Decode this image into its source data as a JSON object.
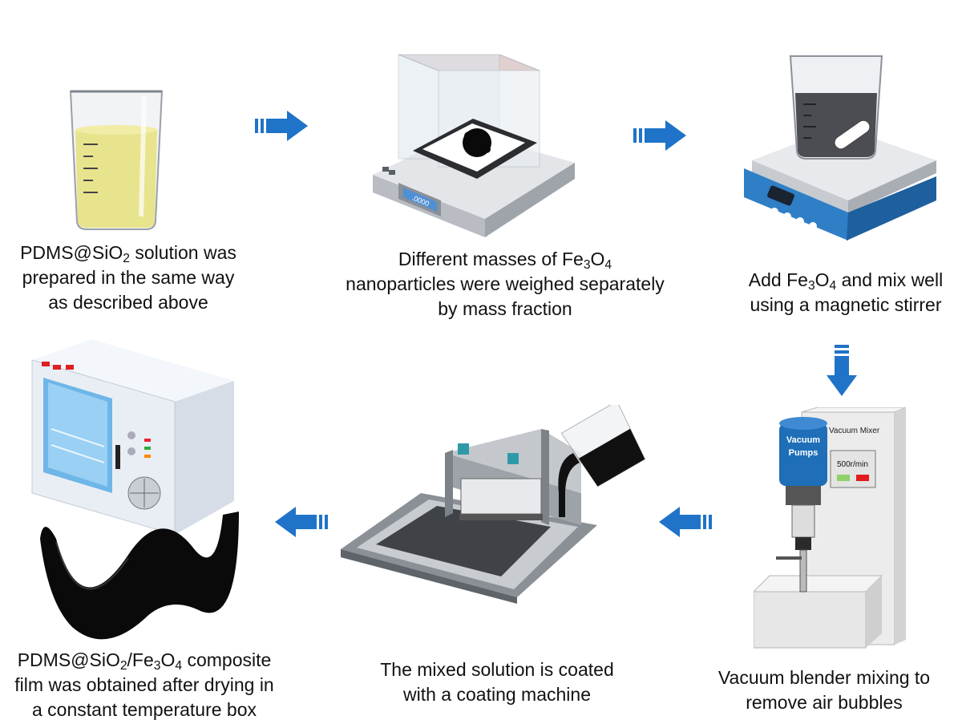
{
  "steps": [
    {
      "id": "step1",
      "lines": [
        "PDMS@SiO{2} solution was",
        "prepared in the same way",
        "as described above"
      ]
    },
    {
      "id": "step2",
      "lines": [
        "Different masses of Fe{3}O{4}",
        "nanoparticles were weighed separately",
        "by mass fraction"
      ],
      "balance_display": ".0000"
    },
    {
      "id": "step3",
      "lines": [
        "Add Fe{3}O{4} and mix well",
        "using a magnetic stirrer"
      ]
    },
    {
      "id": "step4",
      "lines": [
        "Vacuum blender mixing to",
        "remove air bubbles"
      ],
      "device_title": "Vacuum Mixer",
      "pump_label_1": "Vacuum",
      "pump_label_2": "Pumps",
      "speed_display": "500r/min"
    },
    {
      "id": "step5",
      "lines": [
        "The mixed solution is coated",
        "with a coating machine"
      ]
    },
    {
      "id": "step6",
      "lines": [
        "PDMS@SiO{2}/Fe{3}O{4} composite",
        "film was obtained after drying in",
        "a constant temperature box"
      ]
    }
  ],
  "colors": {
    "arrow": "#1f73c8",
    "solution": "#e8e48e",
    "mixer_blue": "#1e6fb8",
    "stirrer_blue": "#2f7fc6",
    "film": "#0a0a0a"
  },
  "icons": [
    "beaker-icon",
    "analytical-balance-icon",
    "magnetic-stirrer-icon",
    "vacuum-mixer-icon",
    "coating-machine-icon",
    "drying-oven-icon",
    "film-icon",
    "flow-arrow-icon"
  ]
}
